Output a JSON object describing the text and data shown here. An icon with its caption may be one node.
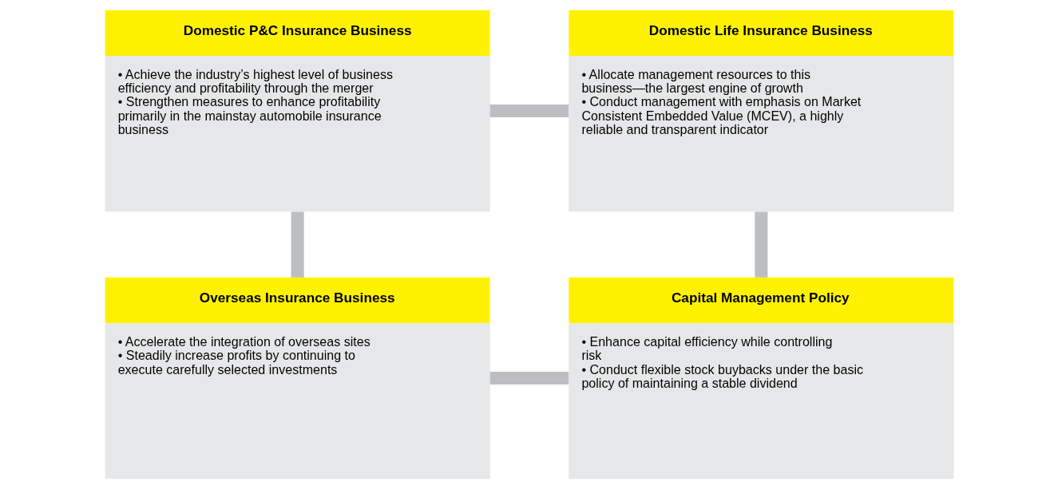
{
  "diagram": {
    "nodes": [
      {
        "text": [
          "Domestic P&C Insurance Business",
          "• Achieve the industry’s highest level of business efficiency and profitability through the merger",
          "• Strengthen measures to enhance profitability primarily in the mainstay automobile insurance business"
        ]
      },
      {
        "text": [
          "Domestic Life Insurance Business",
          "• Allocate management resources to this business—the largest engine of growth",
          "• Conduct management with emphasis on Market Consistent Embedded Value (MCEV), a highly reliable and transparent indicator"
        ]
      },
      {
        "text": [
          "Overseas Insurance Business",
          "• Accelerate the integration of overseas sites",
          "• Steadily increase profits by continuing to execute carefully selected investments"
        ]
      },
      {
        "text": [
          "Capital Management Policy",
          "• Enhance capital efficiency while controlling risk",
          "• Conduct flexible stock buybacks under the basic policy of maintaining a stable dividend"
        ]
      }
    ],
    "edges": [
      {
        "from": 0,
        "to": 1,
        "arrow": "none"
      },
      {
        "from": 1,
        "to": 3,
        "arrow": "none"
      },
      {
        "from": 3,
        "to": 2,
        "arrow": "none"
      },
      {
        "from": 2,
        "to": 0,
        "arrow": "none"
      }
    ]
  }
}
